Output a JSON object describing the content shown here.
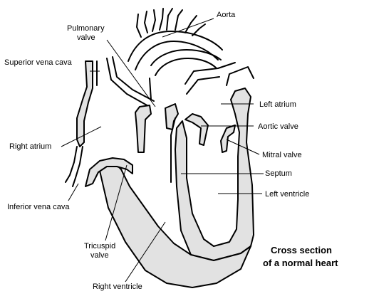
{
  "labels": {
    "aorta": "Aorta",
    "pulmonary_valve_1": "Pulmonary",
    "pulmonary_valve_2": "valve",
    "superior_vena_cava": "Superior vena cava",
    "right_atrium": "Right atrium",
    "inferior_vena_cava": "Inferior vena cava",
    "tricuspid_valve_1": "Tricuspid",
    "tricuspid_valve_2": "valve",
    "right_ventricle": "Right ventricle",
    "left_atrium": "Left atrium",
    "aortic_valve": "Aortic valve",
    "mitral_valve": "Mitral valve",
    "septum": "Septum",
    "left_ventricle": "Left ventricle"
  },
  "caption": {
    "line1": "Cross section",
    "line2": "of a normal heart"
  },
  "colors": {
    "tissue": "#e2e2e2",
    "outline": "#000000",
    "background": "#ffffff"
  }
}
